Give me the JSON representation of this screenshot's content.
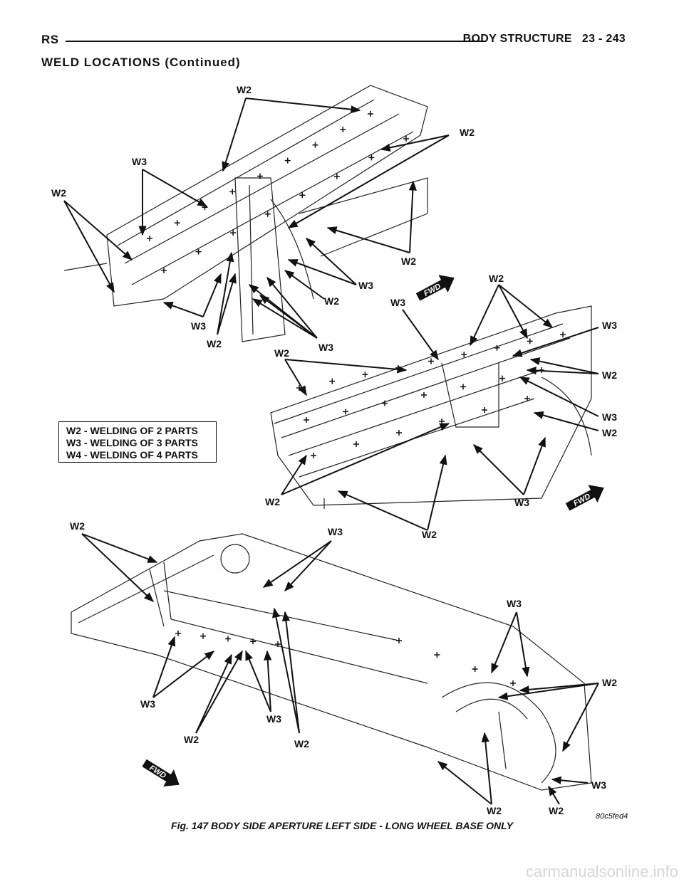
{
  "header": {
    "left": "RS",
    "section_title": "BODY STRUCTURE",
    "page": "23 - 243"
  },
  "section_heading": "WELD LOCATIONS (Continued)",
  "legend": [
    "W2 - WELDING OF 2 PARTS",
    "W3 - WELDING OF 3 PARTS",
    "W4 - WELDING OF 4 PARTS"
  ],
  "fwd_label": "FWD",
  "image_code": "80c5fed4",
  "caption": "Fig. 147 BODY SIDE APERTURE LEFT SIDE - LONG WHEEL BASE ONLY",
  "callouts": [
    "W2",
    "W3",
    "W2",
    "W2",
    "W2",
    "W3",
    "W2",
    "W3",
    "W2",
    "W3",
    "W3",
    "W2",
    "W3",
    "W2",
    "W3",
    "W2",
    "W2",
    "W2",
    "W3",
    "W2",
    "W3",
    "W3",
    "W3",
    "W2",
    "W2",
    "W3",
    "W2",
    "W2",
    "W3"
  ],
  "footer": "carmanualsonline.info"
}
